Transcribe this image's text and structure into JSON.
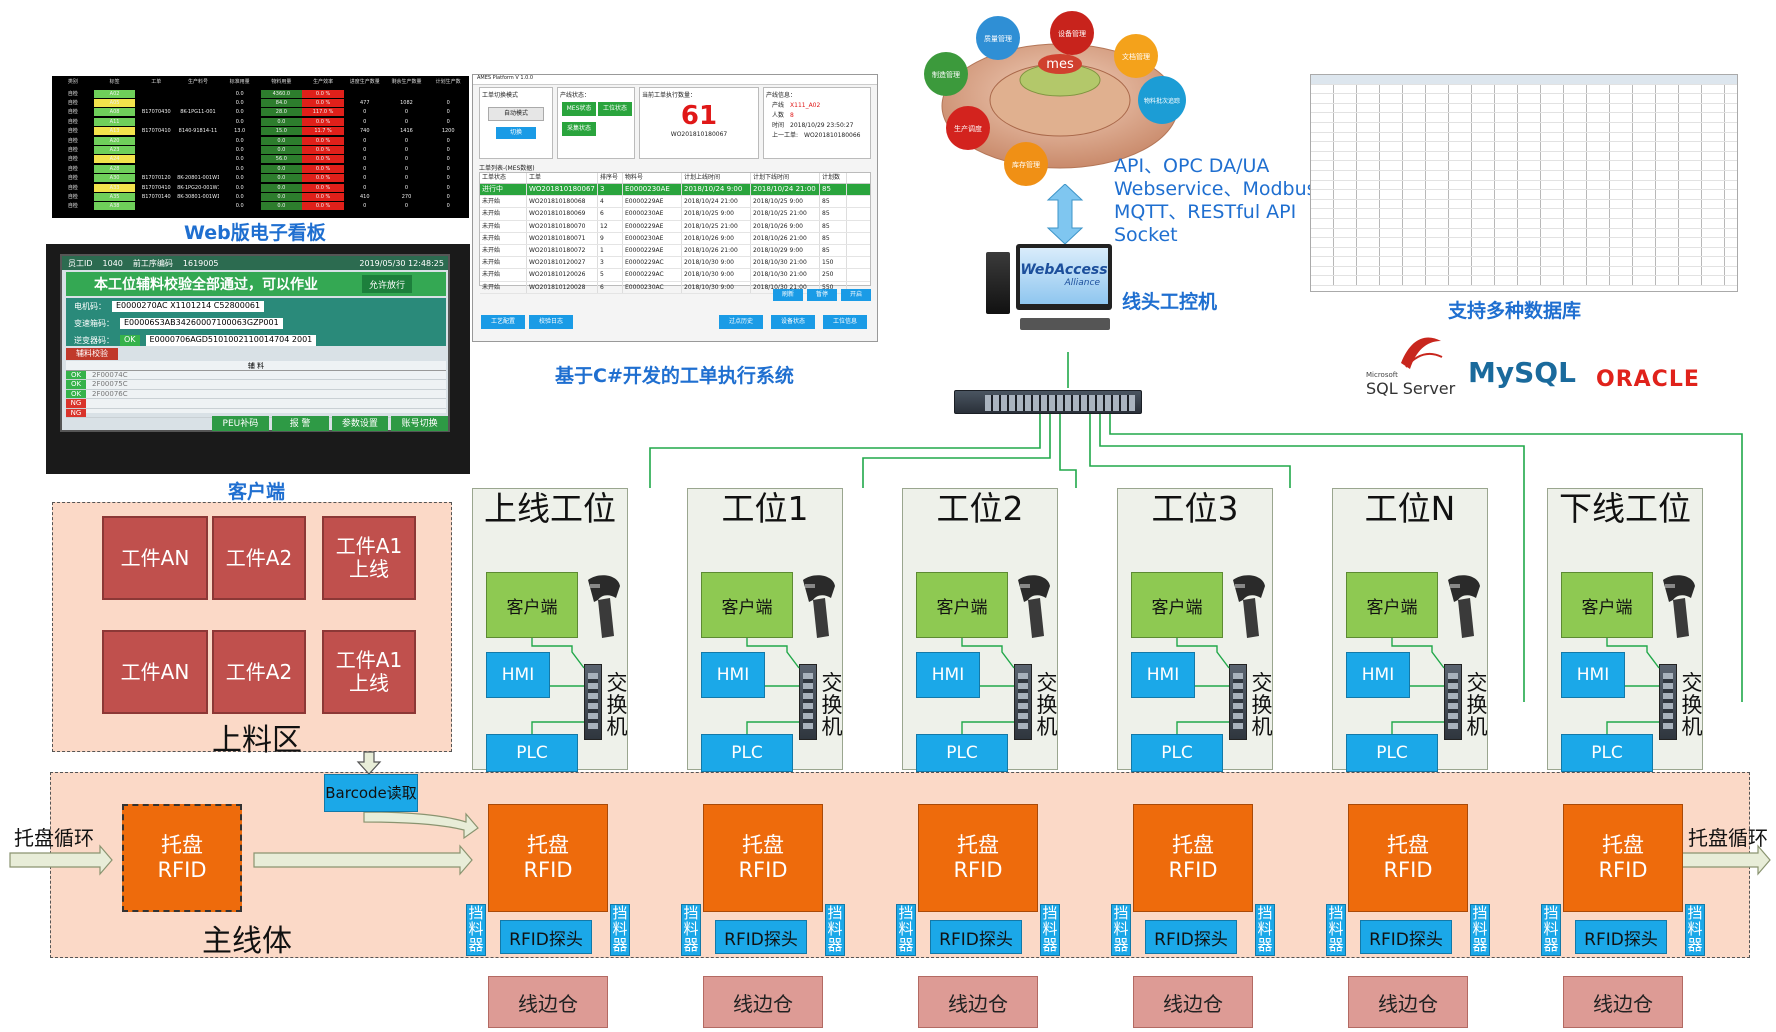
{
  "captions": {
    "web_kanban": "Web版电子看板",
    "client": "客户端",
    "workorder_system": "基于C#开发的工单执行系统",
    "line_ipc": "线头工控机",
    "databases": "支持多种数据库"
  },
  "protocols": [
    "API、OPC DA/UA",
    "Webservice、Modbus",
    "MQTT、RESTful API",
    "Socket"
  ],
  "db_logos": {
    "sqlserver_small": "Microsoft",
    "sqlserver": "SQL Server",
    "mysql": "MySQL",
    "oracle": "ORACLE"
  },
  "webaccess": {
    "name": "WebAccess",
    "sub": "Alliance"
  },
  "mes_wheel": {
    "center": "mes",
    "modules": [
      "质量管理",
      "设备管理",
      "文档管理",
      "物料批次追踪",
      "制造管理",
      "生产调度",
      "库存管理"
    ]
  },
  "client_screen": {
    "header": [
      "员工ID",
      "1040",
      "前工序编码",
      "1619005",
      "2019/05/30 12:48:25"
    ],
    "message": "本工位辅料校验全部通过，可以作业",
    "allow": "允许放行",
    "rows": [
      [
        "电机码：",
        "E0000270AC X1101214 C52800061"
      ],
      [
        "变速箱码：",
        "E00006S3AB34260007100063GZP001"
      ],
      [
        "逆变器码：",
        "OK",
        "E0000706AGD5101002110014704 2001"
      ]
    ],
    "section": "辅料校验",
    "table_head": "辅        料",
    "table_rows": [
      [
        "OK",
        "2F00074C"
      ],
      [
        "OK",
        "2F00075C"
      ],
      [
        "OK",
        "2F00076C"
      ],
      [
        "NG",
        ""
      ],
      [
        "NG",
        ""
      ]
    ],
    "buttons": [
      "PEU补码",
      "报 警",
      "参数设置",
      "账号切换"
    ]
  },
  "wo_window": {
    "title": "AMES Platform V 1.0.0",
    "mode_label": "工单切换模式",
    "mode_btn": "自动模式",
    "switch_btn": "切换",
    "line_status_label": "产线状态：",
    "status_btns": [
      "MES状态",
      "工位状态",
      "采集状态"
    ],
    "count_label": "当前工单执行数量：",
    "count": "61",
    "count_wo": "WO201810180067",
    "info_label": "产线信息：",
    "info": [
      [
        "产线",
        "X111_A02"
      ],
      [
        "人数",
        "8"
      ],
      [
        "时间",
        "2018/10/29 23:50:27"
      ],
      [
        "上一工单:",
        "WO201810180066"
      ]
    ],
    "list_label": "工单列表-(MES数据)",
    "columns": [
      "工单状态",
      "工单",
      "排序号",
      "物料号",
      "计划上线时间",
      "计划下线时间",
      "计划数"
    ],
    "rows": [
      [
        "进行中",
        "WO201810180067",
        "3",
        "E0000230AE",
        "2018/10/24 9:00",
        "2018/10/24 21:00",
        "85"
      ],
      [
        "未开始",
        "WO201810180068",
        "4",
        "E0000229AE",
        "2018/10/24 21:00",
        "2018/10/25 9:00",
        "85"
      ],
      [
        "未开始",
        "WO201810180069",
        "6",
        "E0000230AE",
        "2018/10/25 9:00",
        "2018/10/25 21:00",
        "85"
      ],
      [
        "未开始",
        "WO201810180070",
        "12",
        "E0000229AE",
        "2018/10/25 21:00",
        "2018/10/26 9:00",
        "85"
      ],
      [
        "未开始",
        "WO201810180071",
        "9",
        "E0000230AE",
        "2018/10/26 9:00",
        "2018/10/26 21:00",
        "85"
      ],
      [
        "未开始",
        "WO201810180072",
        "1",
        "E0000229AE",
        "2018/10/26 21:00",
        "2018/10/29 9:00",
        "85"
      ],
      [
        "未开始",
        "WO201810120027",
        "3",
        "E0000229AC",
        "2018/10/30 9:00",
        "2018/10/30 21:00",
        "150"
      ],
      [
        "未开始",
        "WO201810120026",
        "5",
        "E0000229AC",
        "2018/10/30 9:00",
        "2018/10/30 21:00",
        "250"
      ],
      [
        "未开始",
        "WO201810120028",
        "6",
        "E0000230AC",
        "2018/10/30 9:00",
        "2018/10/30 21:00",
        "550"
      ]
    ],
    "action_btns": [
      "刷新",
      "暂停",
      "开启"
    ],
    "bottom_btns": [
      "工艺配置",
      "校验日志",
      "过点历史",
      "设备状态",
      "工位信息"
    ]
  },
  "kanban": {
    "columns": [
      "类别",
      "标签",
      "工单",
      "生产料号",
      "标准用量",
      "物料用量",
      "生产效率",
      "进度生产数量",
      "剩余生产数量",
      "计划生产数"
    ],
    "rows": [
      [
        "自检",
        "A02",
        "",
        "",
        "0.0",
        "4360.0",
        "0.0 %",
        "",
        "",
        ""
      ],
      [
        "自检",
        "A05",
        "",
        "",
        "0.0",
        "84.0",
        "0.0 %",
        "477",
        "1082",
        "0"
      ],
      [
        "自检",
        "A08",
        "B17070430",
        "8K-1PG11-001",
        "0.0",
        "28.0",
        "117.0 %",
        "0",
        "0",
        "0"
      ],
      [
        "自检",
        "A11",
        "",
        "",
        "0.0",
        "0.0",
        "0.0 %",
        "0",
        "0",
        "0"
      ],
      [
        "自检",
        "A13",
        "B17070410",
        "8140-91814-11",
        "13.0",
        "15.0",
        "11.7 %",
        "740",
        "1416",
        "1200"
      ],
      [
        "自检",
        "A20",
        "",
        "",
        "0.0",
        "0.0",
        "0.0 %",
        "0",
        "0",
        "0"
      ],
      [
        "自检",
        "A23",
        "",
        "",
        "0.0",
        "0.0",
        "0.0 %",
        "0",
        "0",
        "0"
      ],
      [
        "自检",
        "A24",
        "",
        "",
        "0.0",
        "56.0",
        "0.0 %",
        "0",
        "0",
        "0"
      ],
      [
        "自检",
        "A28",
        "",
        "",
        "0.0",
        "0.0",
        "0.0 %",
        "0",
        "0",
        "0"
      ],
      [
        "自检",
        "A30",
        "B17070120",
        "8K-20801-001W1",
        "0.0",
        "0.0",
        "0.0 %",
        "0",
        "0",
        "0"
      ],
      [
        "自检",
        "A33",
        "B17070410",
        "8K-1PG20-001W1",
        "0.0",
        "0.0",
        "0.0 %",
        "0",
        "0",
        "0"
      ],
      [
        "自检",
        "A35",
        "B17070140",
        "8K-30801-001W1",
        "0.0",
        "0.0",
        "0.0 %",
        "410",
        "270",
        "0"
      ],
      [
        "自检",
        "A38",
        "",
        "",
        "0.0",
        "0.0",
        "0.0 %",
        "0",
        "0",
        "0"
      ]
    ]
  },
  "feed_area": {
    "label": "上料区",
    "parts_top": [
      "工件AN",
      "工件A2",
      "工件A1\n上线"
    ],
    "parts_bottom": [
      "工件AN",
      "工件A2",
      "工件A1\n上线"
    ]
  },
  "barcode": "Barcode读取",
  "main_line": {
    "label": "主线体",
    "loop_in": "托盘循环",
    "loop_out": "托盘循环",
    "entry_rfid": "托盘\nRFID"
  },
  "station_labels": {
    "client": "客户端",
    "hmi": "HMI",
    "plc": "PLC",
    "switch": "交\n换\n机",
    "rfid": "托盘\nRFID",
    "stopper": "挡\n料\n器",
    "probe": "RFID探头",
    "cabinet": "线边仓"
  },
  "stations": [
    {
      "name": "上线工位"
    },
    {
      "name": "工位1"
    },
    {
      "name": "工位2"
    },
    {
      "name": "工位3"
    },
    {
      "name": "工位N"
    },
    {
      "name": "下线工位"
    }
  ],
  "colors": {
    "green_line": "#21a84a",
    "caption_blue": "#1f6fd0",
    "red_box": "#c0504d",
    "orange": "#ee6b0c",
    "blue_box": "#1ba8e8",
    "client_green": "#8ec952"
  }
}
